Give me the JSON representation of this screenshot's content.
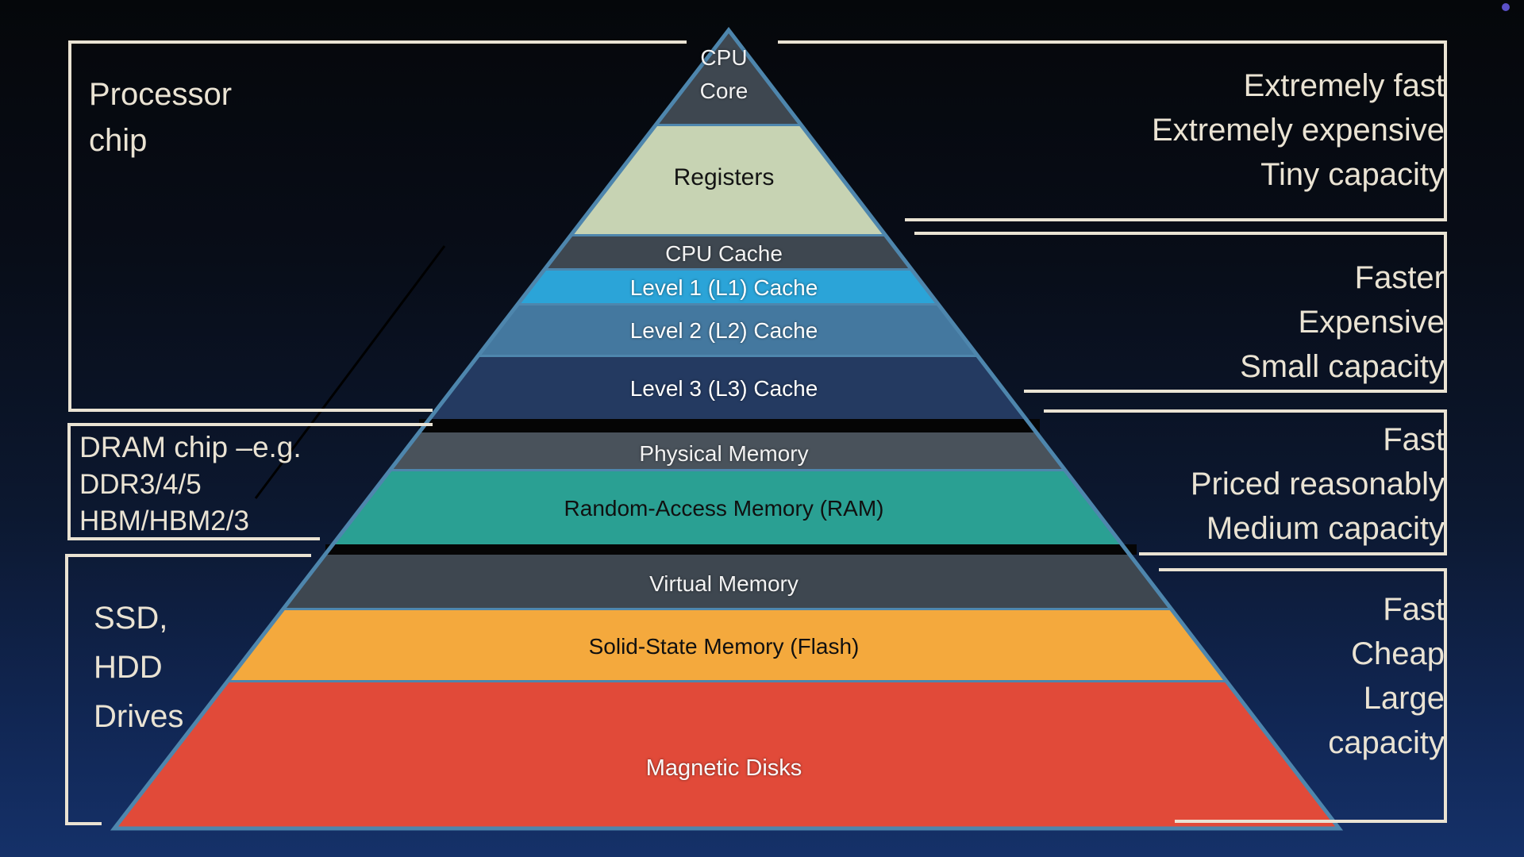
{
  "palette": {
    "background_top": "#05070a",
    "background_bottom": "#153169",
    "pyramid_border": "#4E86AD",
    "bracket": "#EAE3D3",
    "separator": "#050505",
    "connector_line": "#000000",
    "accent_dot": "#5B50C8"
  },
  "pyramid": {
    "levels": [
      {
        "name": "cpu-core",
        "label": "CPU\nCore",
        "color": "#3E4750",
        "text_color": "#F2F2F2"
      },
      {
        "name": "registers",
        "label": "Registers",
        "color": "#C7D3B3",
        "text_color": "#141414"
      },
      {
        "name": "cpu-cache",
        "label": "CPU Cache",
        "color": "#3E4750",
        "text_color": "#F2F2F2"
      },
      {
        "name": "l1-cache",
        "label": "Level 1 (L1) Cache",
        "color": "#2BA4D8",
        "text_color": "#FFFFFF"
      },
      {
        "name": "l2-cache",
        "label": "Level 2 (L2) Cache",
        "color": "#44789F",
        "text_color": "#FFFFFF"
      },
      {
        "name": "l3-cache",
        "label": "Level 3 (L3) Cache",
        "color": "#243A61",
        "text_color": "#FFFFFF"
      },
      {
        "name": "physical-memory",
        "label": "Physical Memory",
        "color": "#49525B",
        "text_color": "#F2F2F2"
      },
      {
        "name": "ram",
        "label": "Random-Access Memory (RAM)",
        "color": "#2AA093",
        "text_color": "#101010"
      },
      {
        "name": "virtual-memory",
        "label": "Virtual Memory",
        "color": "#3E4750",
        "text_color": "#F2F2F2"
      },
      {
        "name": "flash",
        "label": "Solid-State Memory (Flash)",
        "color": "#F4A93D",
        "text_color": "#101010"
      },
      {
        "name": "magnetic-disks",
        "label": "Magnetic Disks",
        "color": "#E14A39",
        "text_color": "#FAFAFA"
      }
    ]
  },
  "left_annotations": [
    {
      "name": "processor-chip",
      "lines": [
        "Processor",
        "chip"
      ]
    },
    {
      "name": "dram-chip",
      "lines": [
        "DRAM chip –e.g.",
        "DDR3/4/5",
        "HBM/HBM2/3"
      ]
    },
    {
      "name": "storage-drives",
      "lines": [
        "SSD,",
        "HDD",
        "Drives"
      ]
    }
  ],
  "right_annotations": [
    {
      "name": "registers-properties",
      "lines": [
        "Extremely fast",
        "Extremely expensive",
        "Tiny capacity"
      ]
    },
    {
      "name": "cache-properties",
      "lines": [
        "Faster",
        "Expensive",
        "Small capacity"
      ]
    },
    {
      "name": "ram-properties",
      "lines": [
        "Fast",
        "Priced reasonably",
        "Medium capacity"
      ]
    },
    {
      "name": "storage-properties",
      "lines": [
        "Fast",
        "Cheap",
        "Large",
        "capacity"
      ]
    }
  ]
}
